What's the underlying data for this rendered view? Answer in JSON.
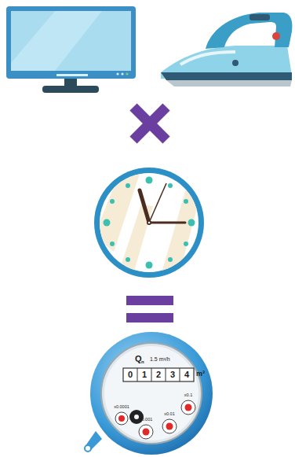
{
  "diagram": {
    "labels": [
      "Q",
      "n",
      "1.5 m³/h",
      "0",
      "1",
      "2",
      "3",
      "4",
      "m³",
      "x0.0001",
      "x0.001",
      "x0.01",
      "x0.1"
    ]
  }
}
